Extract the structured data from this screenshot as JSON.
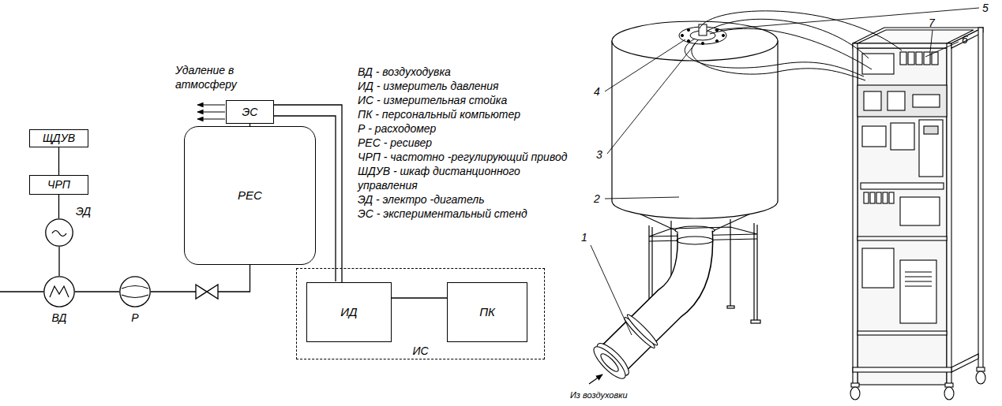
{
  "diagram": {
    "nodes": [
      {
        "text": [
          "ЩДУВ"
        ]
      },
      {
        "text": [
          "ЧРП"
        ]
      },
      {
        "text": [
          "ЭД"
        ]
      },
      {
        "text": [
          "ВД"
        ]
      },
      {
        "text": [
          "Р"
        ]
      },
      {
        "text": [
          "РЕС"
        ]
      },
      {
        "text": [
          "ЭС"
        ]
      },
      {
        "text": [
          "ИС"
        ]
      },
      {
        "text": [
          "ИД"
        ],
        "in": 7
      },
      {
        "text": [
          "ПК"
        ],
        "in": 7
      }
    ],
    "edges": [
      {
        "from": 0,
        "to": 1,
        "arrow": "none"
      },
      {
        "from": 1,
        "to": 2,
        "arrow": "none"
      },
      {
        "from": 2,
        "to": 3,
        "arrow": "none"
      },
      {
        "from": 3,
        "to": 4,
        "arrow": "none"
      },
      {
        "from": 4,
        "to": 5,
        "arrow": "none"
      },
      {
        "from": 5,
        "to": 6,
        "arrow": "none"
      },
      {
        "from": 6,
        "to": 8,
        "arrow": "none"
      },
      {
        "from": 8,
        "to": 9,
        "arrow": "none"
      }
    ],
    "labels": [
      "Удаление в атмосферу",
      "ВД - воздуходувка",
      "ИД - измеритель давления",
      "ИС - измерительная стойка",
      "ПК - персональный компьютер",
      "Р - расходомер",
      "РЕС - ресивер",
      "ЧРП - частотно -регулирующий привод",
      "ШДУВ - шкаф дистанционного управления",
      "ЭД - электро -дигатель",
      "ЭС - экспериментальный стенд",
      "1",
      "2",
      "3",
      "4",
      "5",
      "6",
      "7",
      "Из воздуховки"
    ]
  }
}
